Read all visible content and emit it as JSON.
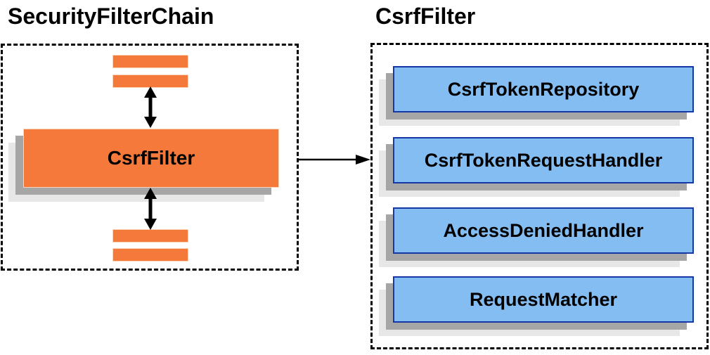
{
  "left_panel": {
    "title": "SecurityFilterChain",
    "filter_node_label": "CsrfFilter",
    "stub_bar_count": 4
  },
  "right_panel": {
    "title": "CsrfFilter",
    "components": [
      "CsrfTokenRepository",
      "CsrfTokenRequestHandler",
      "AccessDeniedHandler",
      "RequestMatcher"
    ]
  },
  "icons": {
    "chain_flow": "double-arrow-vertical-icon",
    "reference": "arrow-right-icon"
  },
  "colors": {
    "orange_fill": "#F4793B",
    "orange_border": "#FBD5B5",
    "blue_fill": "#84BDF2",
    "blue_border": "#1638A6",
    "shadow_dark": "#A6A6A6",
    "shadow_light": "#E7E7E7",
    "dashed_border": "#000000",
    "text": "#000000"
  }
}
